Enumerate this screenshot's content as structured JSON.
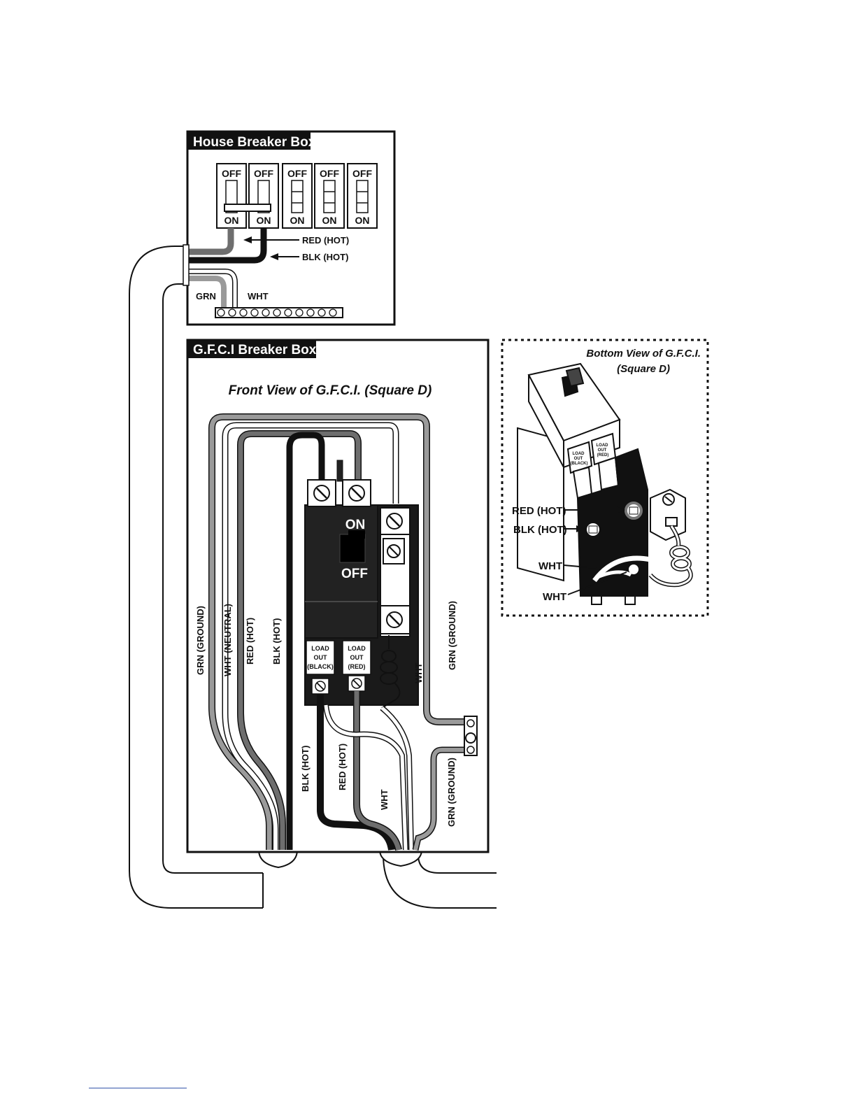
{
  "house_box": {
    "title": "House Breaker Box",
    "breakers": [
      {
        "off": "OFF",
        "on": "ON"
      },
      {
        "off": "OFF",
        "on": "ON"
      },
      {
        "off": "OFF",
        "on": "ON"
      },
      {
        "off": "OFF",
        "on": "ON"
      },
      {
        "off": "OFF",
        "on": "ON"
      }
    ],
    "red_label": "RED (HOT)",
    "blk_label": "BLK (HOT)",
    "grn_label": "GRN",
    "wht_label": "WHT"
  },
  "gfci_box": {
    "title": "G.F.C.I Breaker Box",
    "front_view_title": "Front View of G.F.C.I. (Square D)",
    "on_label": "ON",
    "off_label": "OFF",
    "load_black": [
      "LOAD",
      "OUT",
      "(BLACK)"
    ],
    "load_red": [
      "LOAD",
      "OUT",
      "(RED)"
    ],
    "wire_labels": {
      "grn_ground_left": "GRN (GROUND)",
      "wht_neutral": "WHT (NEUTRAL)",
      "red_hot_left": "RED (HOT)",
      "blk_hot_left": "BLK (HOT)",
      "wht_pigtail": "WHT",
      "grn_ground_right": "GRN (GROUND)",
      "blk_hot_bottom": "BLK (HOT)",
      "red_hot_bottom": "RED (HOT)",
      "wht_bottom": "WHT",
      "grn_ground_bottom": "GRN (GROUND)"
    }
  },
  "bottom_view": {
    "title_line1": "Bottom View of G.F.C.I.",
    "title_line2": "(Square D)",
    "load_black": [
      "LOAD",
      "OUT",
      "(BLACK)"
    ],
    "load_red": [
      "LOAD",
      "OUT",
      "(RED)"
    ],
    "red_label": "RED (HOT)",
    "blk_label": "BLK (HOT)",
    "wht_label_1": "WHT",
    "wht_label_2": "WHT"
  },
  "colors": {
    "black_wire": "#111111",
    "red_wire": "#6e6e6e",
    "green_wire": "#9a9a9a",
    "white_wire": "#ffffff"
  }
}
